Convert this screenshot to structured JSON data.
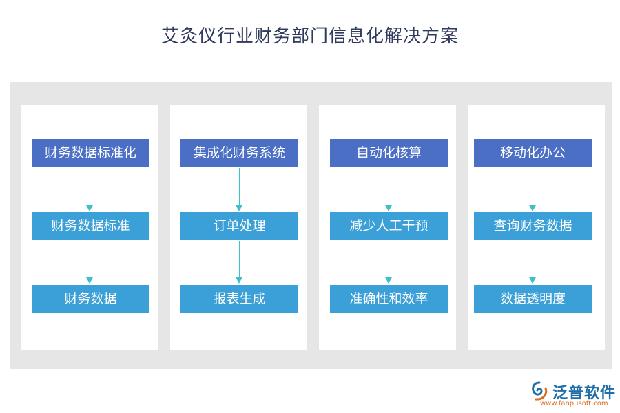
{
  "title": "艾灸仪行业财务部门信息化解决方案",
  "columns": [
    {
      "header": "财务数据标准化",
      "items": [
        "财务数据标准",
        "财务数据"
      ]
    },
    {
      "header": "集成化财务系统",
      "items": [
        "订单处理",
        "报表生成"
      ]
    },
    {
      "header": "自动化核算",
      "items": [
        "减少人工干预",
        "准确性和效率"
      ]
    },
    {
      "header": "移动化办公",
      "items": [
        "查询财务数据",
        "数据透明度"
      ]
    }
  ],
  "logo": {
    "brand": "泛普软件",
    "url": "www.fanpusoft.com"
  },
  "colors": {
    "header_box": "#4a6fc4",
    "item_box": "#3ba0d7",
    "arrow": "#3cc0c9",
    "panel": "#e6e6e6"
  }
}
